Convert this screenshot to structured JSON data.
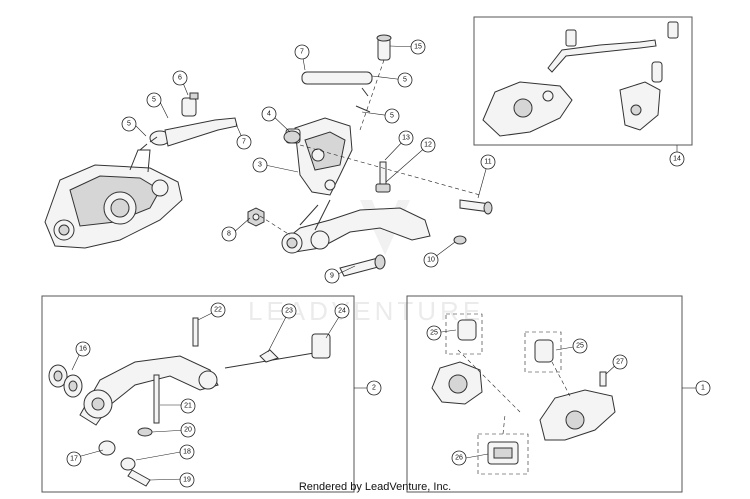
{
  "watermark": "LEADVENTURE",
  "footer": "Rendered by LeadVenture, Inc.",
  "callouts": [
    "1",
    "2",
    "3",
    "4",
    "5",
    "5",
    "5",
    "5",
    "6",
    "7",
    "7",
    "8",
    "9",
    "10",
    "11",
    "12",
    "13",
    "14",
    "15",
    "16",
    "17",
    "18",
    "19",
    "20",
    "21",
    "22",
    "23",
    "24",
    "25",
    "25",
    "26",
    "27"
  ]
}
